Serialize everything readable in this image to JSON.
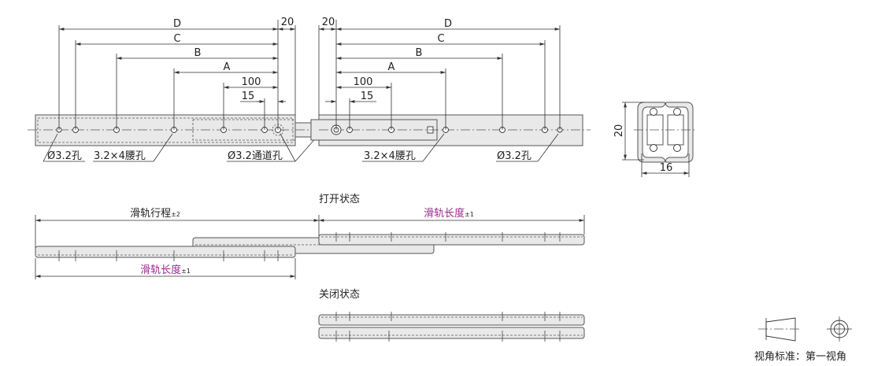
{
  "top_view": {
    "dims": {
      "d": "D",
      "c": "C",
      "b": "B",
      "a": "A",
      "d100": "100",
      "d15": "15",
      "d20": "20"
    },
    "labels": {
      "hole_left": "Ø3.2孔",
      "slot_left": "3.2×4腰孔",
      "through_hole": "Ø3.2通道孔",
      "slot_right": "3.2×4腰孔",
      "hole_right": "Ø3.2孔"
    }
  },
  "section": {
    "height": "20",
    "width": "16"
  },
  "open_state": {
    "title": "打开状态",
    "travel_label": "滑轨行程",
    "travel_tol": "±2",
    "length_label": "滑轨长度",
    "length_tol": "±1"
  },
  "closed_state": {
    "title": "关闭状态"
  },
  "projection": {
    "label": "视角标准：第一视角"
  },
  "colors": {
    "accent": "#9b2a8a",
    "rail_fill": "#e9e9e9"
  }
}
